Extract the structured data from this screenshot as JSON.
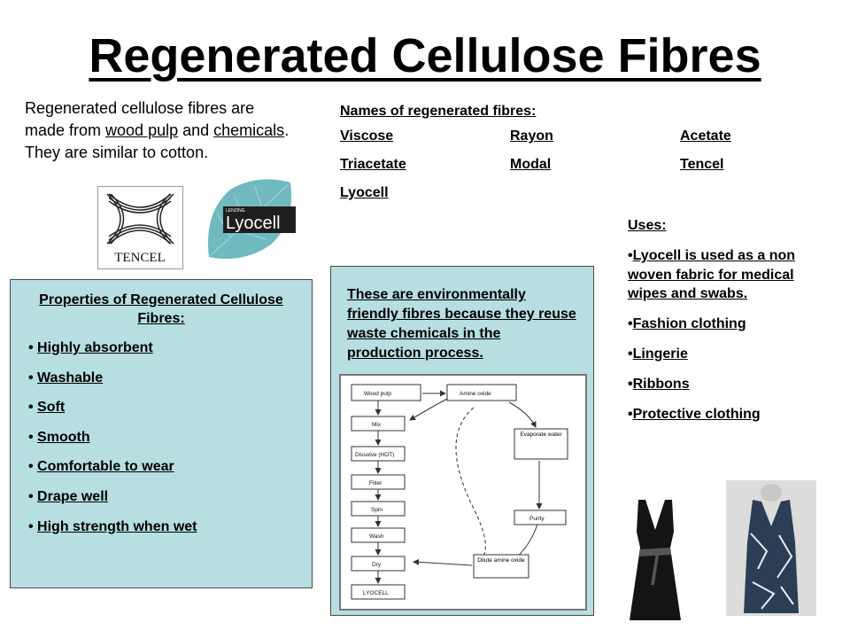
{
  "title": "Regenerated Cellulose Fibres",
  "intro": {
    "part1": "Regenerated cellulose fibres are made from ",
    "wood_pulp": "wood pulp",
    "part2": " and ",
    "chemicals": "chemicals",
    "part3": ". They are similar to cotton."
  },
  "logos": {
    "tencel": "TENCEL",
    "lyocell_small": "LENZING",
    "lyocell": "Lyocell"
  },
  "names": {
    "heading": "Names of regenerated fibres:",
    "rows": [
      [
        "Viscose",
        "Rayon",
        "Acetate"
      ],
      [
        "Triacetate",
        "Modal",
        "Tencel"
      ]
    ],
    "last": "Lyocell"
  },
  "properties": {
    "heading": "Properties of Regenerated Cellulose Fibres:",
    "items": [
      "Highly absorbent",
      "Washable",
      "Soft",
      "Smooth",
      "Comfortable to wear",
      "Drape well",
      "High strength when wet"
    ]
  },
  "environment": {
    "text": "These are environmentally friendly fibres because they reuse waste chemicals in the production process."
  },
  "process_diagram": {
    "steps": [
      "Wood pulp",
      "Mix",
      "Dissolve (HOT)",
      "Filter",
      "Spin",
      "Wash",
      "Dry",
      "LYOCELL"
    ],
    "cycle": [
      "Amine oxide",
      "Evaporate water",
      "Purity",
      "Dilute amine oxide"
    ]
  },
  "uses": {
    "heading": "Uses:",
    "items": [
      "Lyocell is used as a non woven fabric for medical wipes and swabs.",
      "Fashion clothing",
      "Lingerie",
      "Ribbons",
      "Protective clothing"
    ]
  }
}
